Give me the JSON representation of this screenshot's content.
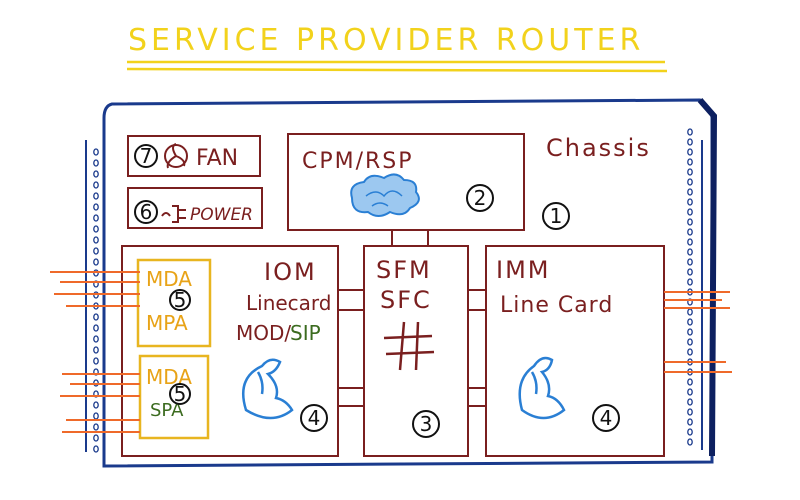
{
  "title": "SERVICE PROVIDER ROUTER",
  "chassis": {
    "label": "Chassis",
    "num": "1"
  },
  "fan": {
    "num": "7",
    "label": "FAN"
  },
  "power": {
    "num": "6",
    "label": "POWER"
  },
  "cpm": {
    "label": "CPM/RSP",
    "num": "2"
  },
  "iom": {
    "line1": "IOM",
    "line2": "Linecard",
    "line3a": "MOD/",
    "line3b": "SIP",
    "num": "4"
  },
  "sfm": {
    "line1": "SFM",
    "line2": "SFC",
    "num": "3"
  },
  "imm": {
    "line1": "IMM",
    "line2": "Line Card",
    "num": "4"
  },
  "card_top": {
    "line1": "MDA",
    "line2": "MPA",
    "num": "5"
  },
  "card_bottom": {
    "line1": "MDA",
    "line2": "SPA",
    "num": "5"
  },
  "colors": {
    "chassis": "#1a3a8c",
    "module": "#7a1f1f",
    "card": "#e8b520",
    "cable": "#ef6a2a",
    "title": "#f2d21c"
  }
}
